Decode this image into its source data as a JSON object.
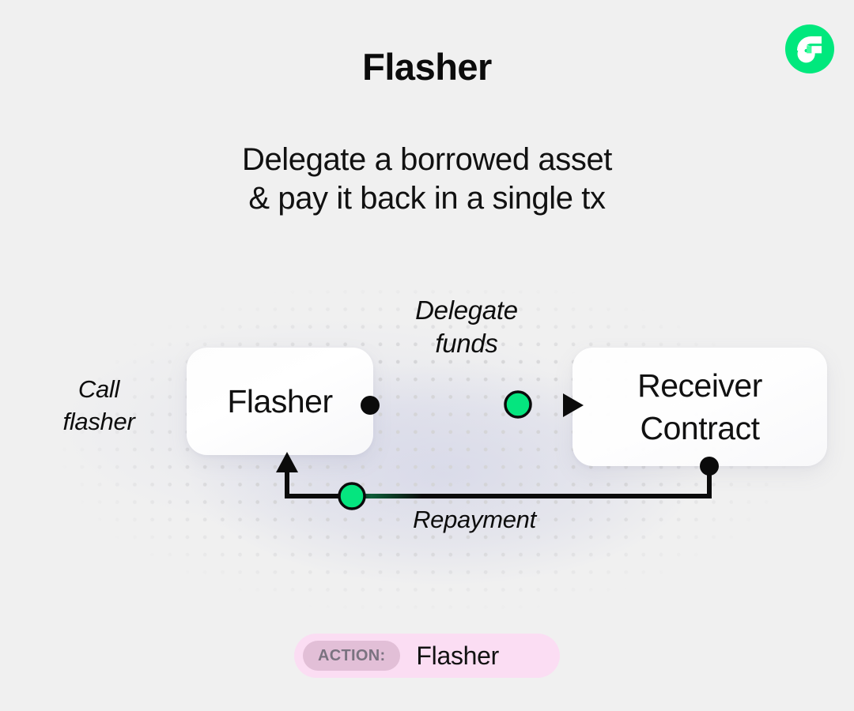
{
  "page": {
    "title": "Flasher",
    "subtitle_line1": "Delegate a borrowed asset",
    "subtitle_line2": "& pay it back in a single tx",
    "background_color": "#f0f0f0"
  },
  "brand": {
    "logo_icon": "flow-logo-icon",
    "logo_color": "#00e87d",
    "logo_glyph_color": "#ffffff"
  },
  "diagram": {
    "nodes": [
      {
        "id": "flasher",
        "label": "Flasher"
      },
      {
        "id": "receiver",
        "label_line1": "Receiver",
        "label_line2": "Contract"
      }
    ],
    "labels": {
      "call_line1": "Call",
      "call_line2": "flasher",
      "delegate_line1": "Delegate",
      "delegate_line2": "funds",
      "repayment": "Repayment"
    },
    "edges": [
      {
        "id": "delegate-funds",
        "from": "flasher",
        "to": "receiver",
        "label": "Delegate funds",
        "marker": "arrow",
        "token_color": "#05e57f"
      },
      {
        "id": "repayment",
        "from": "receiver",
        "to": "flasher",
        "label": "Repayment",
        "marker": "arrow",
        "token_color": "#05e57f"
      }
    ],
    "colors": {
      "wire": "#0b0b0b",
      "token": "#05e57f",
      "node_fill": "#ffffff",
      "dot_grid": "#d4d4d6"
    }
  },
  "action": {
    "chip_label": "ACTION:",
    "value": "Flasher",
    "badge_color": "#fbddf3",
    "chip_color": "#e2bfd7",
    "chip_text_color": "#7a7380"
  }
}
